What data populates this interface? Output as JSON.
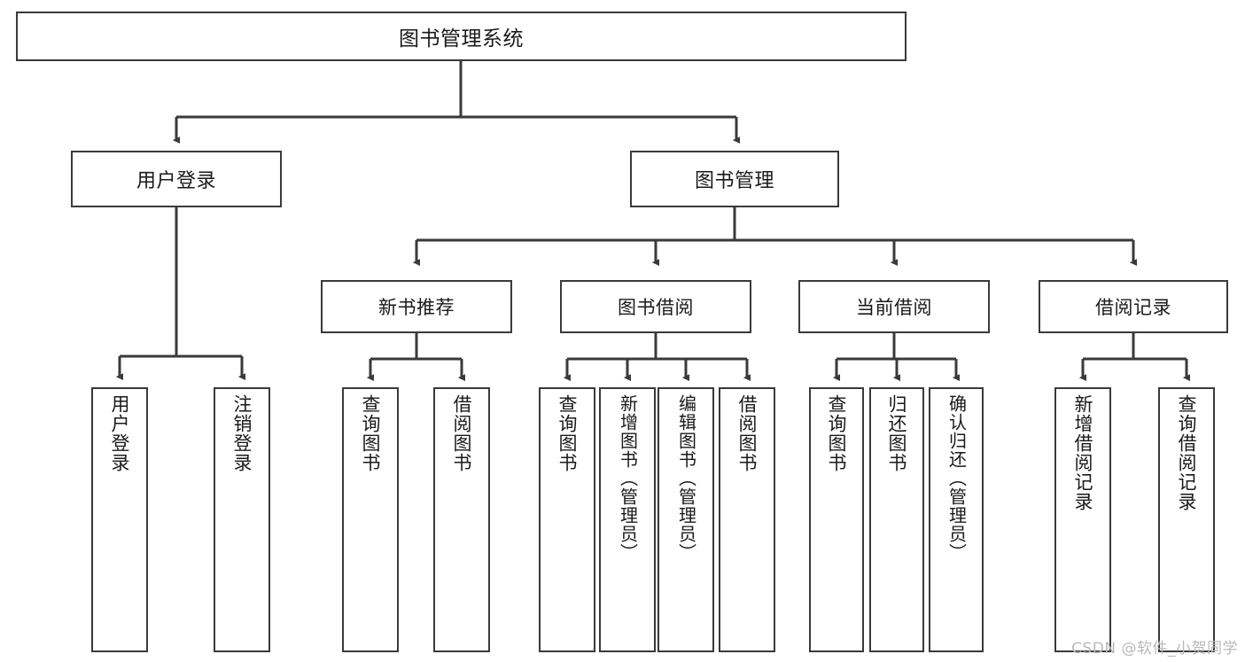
{
  "diagram": {
    "type": "tree-hierarchy",
    "title": "图书管理系统",
    "orientation": "top-down",
    "colors": {
      "box_border": "#3a3a3a",
      "box_fill": "#ffffff",
      "connector": "#3a3a3a",
      "text": "#1a1a1a",
      "watermark": "#b9b9b9",
      "background": "#ffffff"
    },
    "watermark": "CSDN @软件_小贺同学",
    "nodes": {
      "root": {
        "label": "图书管理系统",
        "level": 0
      },
      "level1": [
        {
          "id": "user-login",
          "label": "用户登录"
        },
        {
          "id": "book-manage",
          "label": "图书管理"
        }
      ],
      "level2": [
        {
          "id": "new-book-recommend",
          "label": "新书推荐"
        },
        {
          "id": "book-borrow",
          "label": "图书借阅"
        },
        {
          "id": "current-borrow",
          "label": "当前借阅"
        },
        {
          "id": "borrow-record",
          "label": "借阅记录"
        }
      ],
      "leaves": {
        "user-login": [
          {
            "id": "leaf-user-login",
            "label": "用户登录"
          },
          {
            "id": "leaf-logout-login",
            "label": "注销登录"
          }
        ],
        "new-book-recommend": [
          {
            "id": "leaf-query-book-1",
            "label": "查询图书"
          },
          {
            "id": "leaf-borrow-book-1",
            "label": "借阅图书"
          }
        ],
        "book-borrow": [
          {
            "id": "leaf-query-book-2",
            "label": "查询图书"
          },
          {
            "id": "leaf-add-book",
            "label": "新增图书（管理员）"
          },
          {
            "id": "leaf-edit-book",
            "label": "编辑图书（管理员）"
          },
          {
            "id": "leaf-borrow-book-2",
            "label": "借阅图书"
          }
        ],
        "current-borrow": [
          {
            "id": "leaf-query-book-3",
            "label": "查询图书"
          },
          {
            "id": "leaf-return-book",
            "label": "归还图书"
          },
          {
            "id": "leaf-confirm-return",
            "label": "确认归还（管理员）"
          }
        ],
        "borrow-record": [
          {
            "id": "leaf-add-record",
            "label": "新增借阅记录"
          },
          {
            "id": "leaf-query-record",
            "label": "查询借阅记录"
          }
        ]
      }
    }
  }
}
